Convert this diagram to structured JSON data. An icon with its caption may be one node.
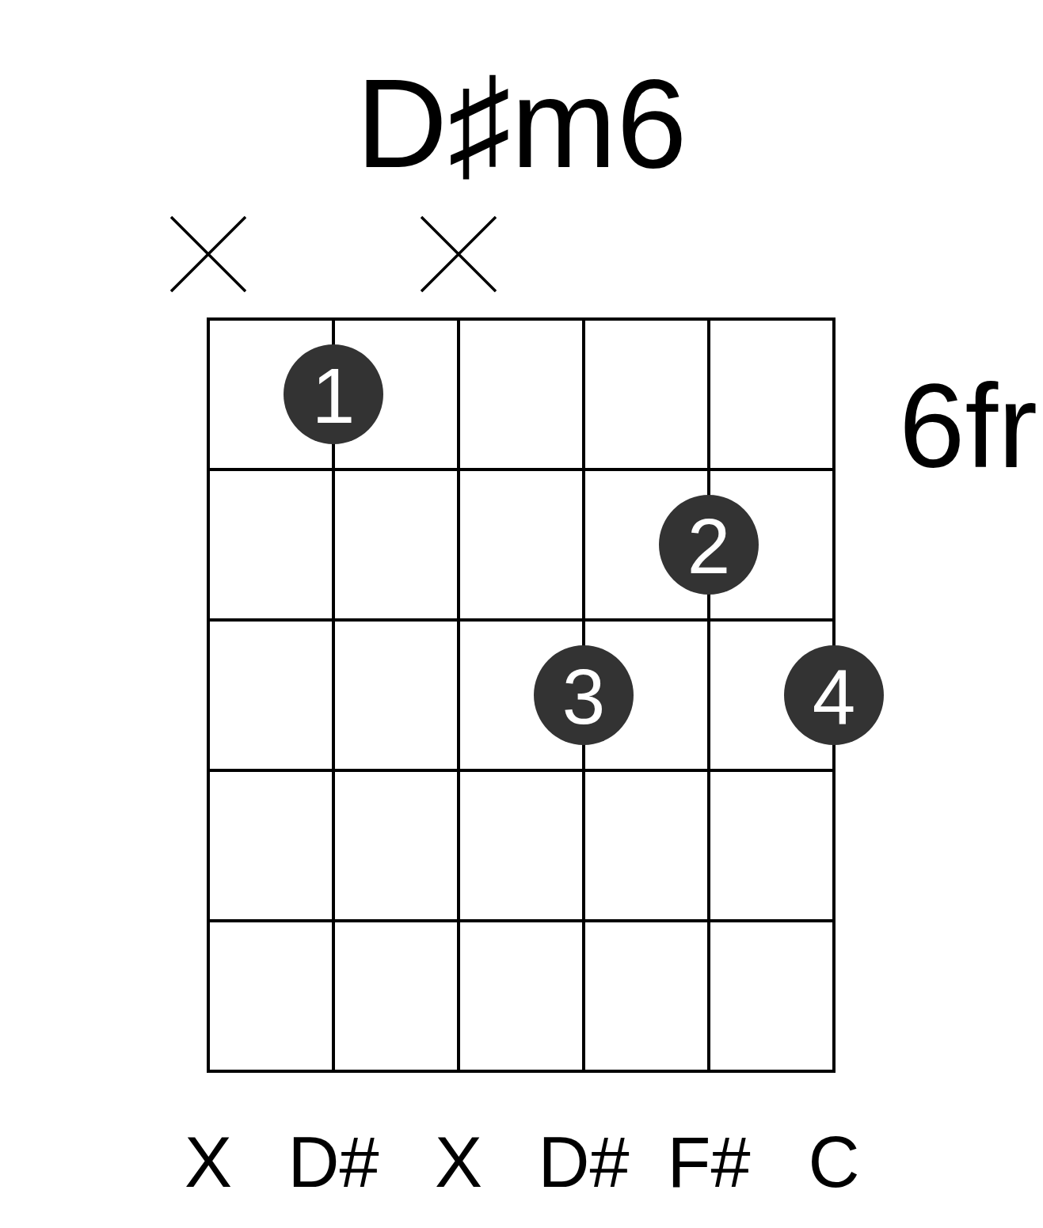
{
  "diagram": {
    "title": "D♯m6",
    "nodes": [
      {
        "text": [
          "1"
        ]
      },
      {
        "text": [
          "2"
        ]
      },
      {
        "text": [
          "3"
        ]
      },
      {
        "text": [
          "4"
        ]
      }
    ],
    "edges": [],
    "labels": [
      "6fr",
      "X",
      "D#",
      "X",
      "D#",
      "F#",
      "C"
    ]
  }
}
